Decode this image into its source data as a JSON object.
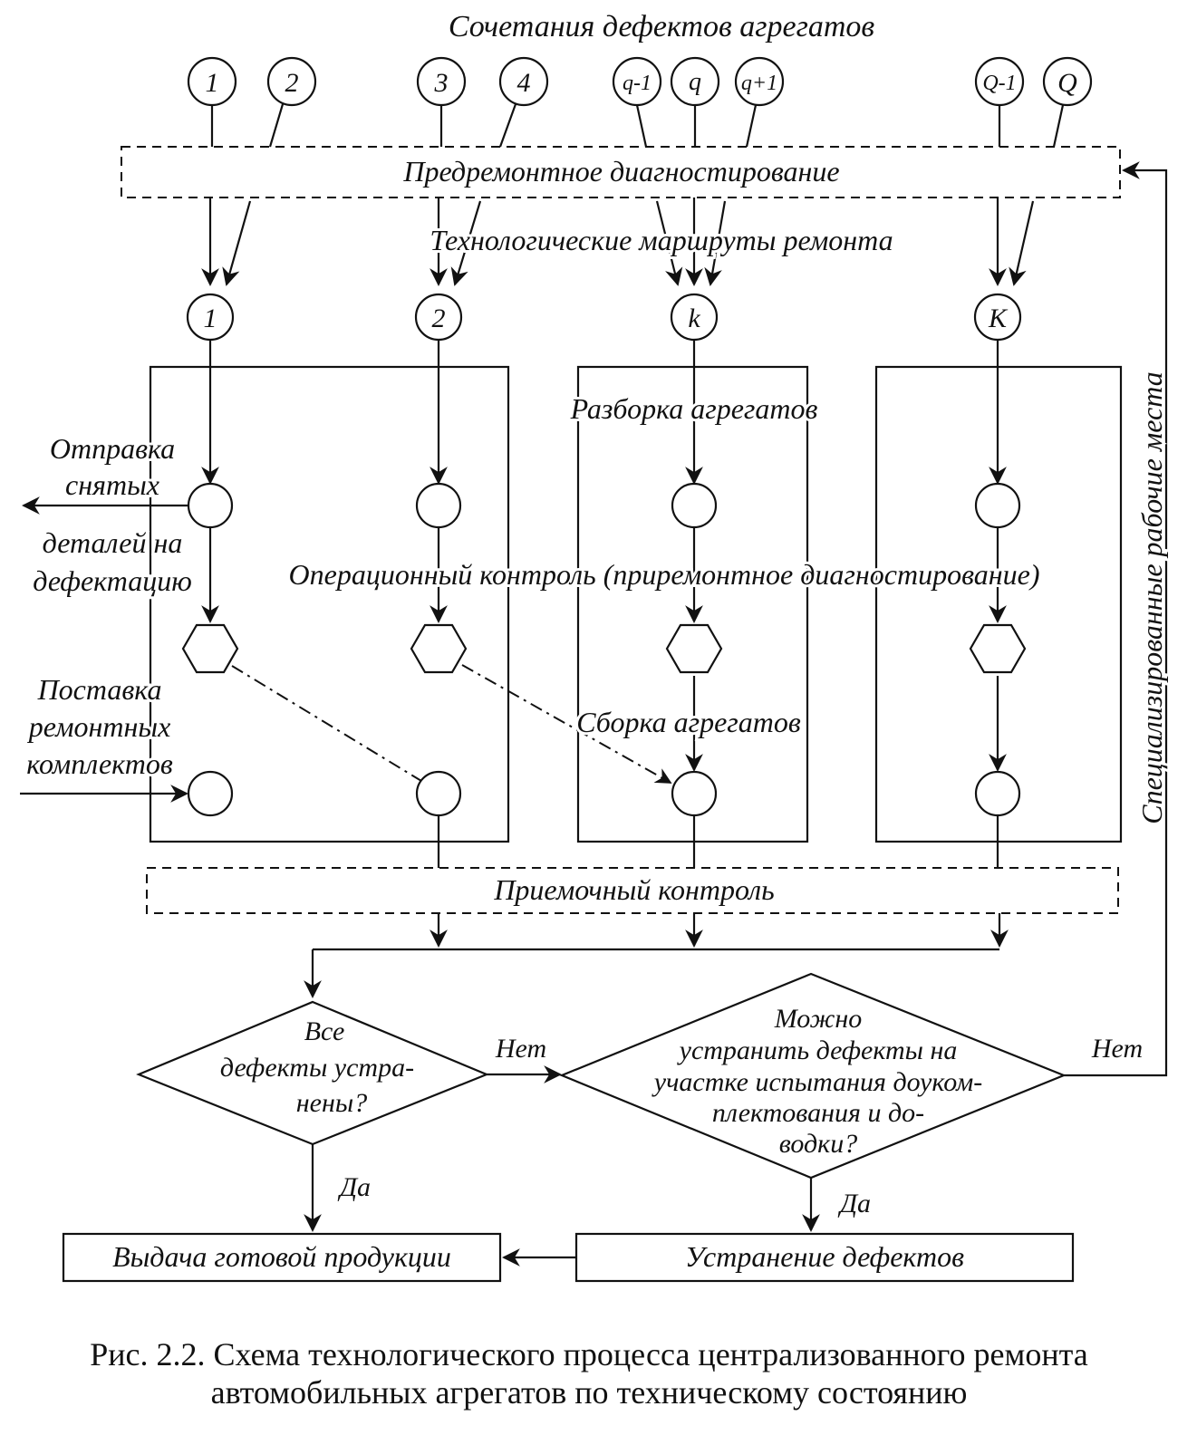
{
  "title_top": "Сочетания дефектов агрегатов",
  "combos": [
    "1",
    "2",
    "3",
    "4",
    "q-1",
    "q",
    "q+1",
    "Q-1",
    "Q"
  ],
  "prerepair_diag": "Предремонтное диагностирование",
  "routes_label": "Технологические маршруты ремонта",
  "routes": [
    "1",
    "2",
    "k",
    "K"
  ],
  "disassembly": "Разборка агрегатов",
  "send_parts": [
    "Отправка",
    "снятых",
    "деталей на",
    "дефектацию"
  ],
  "operational_control": "Операционный контроль (приремонтное диагностирование)",
  "supply_kits": [
    "Поставка",
    "ремонтных",
    "комплектов"
  ],
  "assembly": "Сборка агрегатов",
  "acceptance_control": "Приемочный контроль",
  "workplaces": "Специализированные рабочие места",
  "decision1": [
    "Все",
    "дефекты устра-",
    "нены?"
  ],
  "decision2": [
    "Можно",
    "устранить дефекты на",
    "участке испытания доуком-",
    "плектования и до-",
    "водки?"
  ],
  "no_label": "Нет",
  "yes_label": "Да",
  "output_box": "Выдача готовой продукции",
  "fix_box": "Устранение дефектов",
  "caption": [
    "Рис. 2.2. Схема технологического процесса централизованного ремонта",
    "автомобильных агрегатов по техническому состоянию"
  ]
}
